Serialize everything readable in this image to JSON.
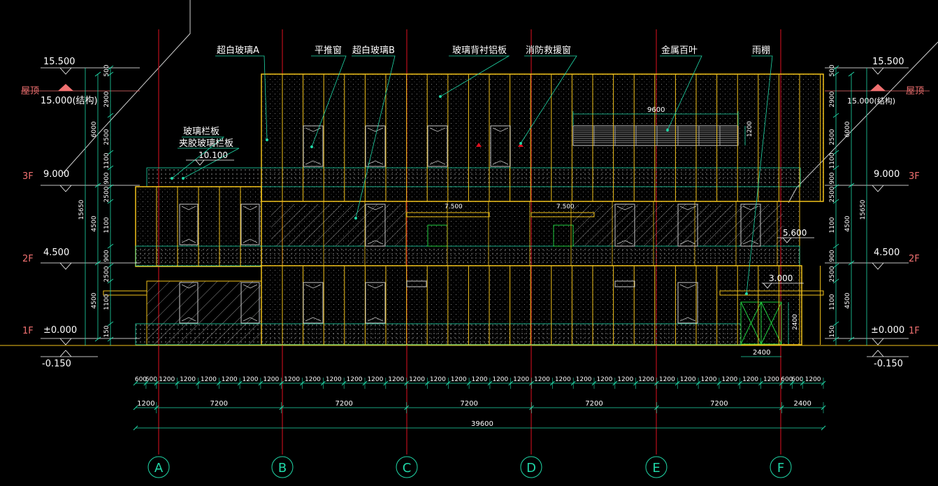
{
  "colors": {
    "background": "#000000",
    "facade": "#f2c21a",
    "dim": "#20d8a8",
    "text": "#ffffff",
    "axis": "#e01020",
    "level_label": "#f07070",
    "hatch": "#bbbbbb",
    "door": "#20d040"
  },
  "callouts": {
    "glass_a": "超白玻璃A",
    "window_push": "平推窗",
    "glass_b": "超白玻璃B",
    "glass_panel": "玻璃背衬铝板",
    "rescue_window": "消防救援窗",
    "louver": "金属百叶",
    "canopy": "雨棚",
    "glass_rail": "玻璃栏板",
    "laminated_rail": "夹胶玻璃栏板"
  },
  "left_levels": {
    "roof_label": "屋顶",
    "roof_elev": "15.500",
    "roof_struct": "15.000(结构)",
    "f3_label": "3F",
    "f3_elev": "9.000",
    "f2_label": "2F",
    "f2_elev": "4.500",
    "f1_label": "1F",
    "f1_elev": "±0.000",
    "ground_elev": "-0.150"
  },
  "right_levels": {
    "roof_label": "屋顶",
    "roof_elev": "15.500",
    "roof_struct": "15.000(结构)",
    "f3_label": "3F",
    "f3_elev": "9.000",
    "f2_label": "2F",
    "f2_elev": "4.500",
    "f1_label": "1F",
    "f1_elev": "±0.000",
    "ground_elev": "-0.150"
  },
  "facade_elevs": {
    "rail_top": "10.100",
    "canopy2": "7.500",
    "canopy3": "7.500",
    "side_top": "5.600",
    "canopy_low": "3.000"
  },
  "vert_dims_left": [
    "500",
    "2900",
    "2500",
    "1100",
    "900",
    "2500",
    "1100",
    "900",
    "2500",
    "1100",
    "150"
  ],
  "vert_dims_left_group": [
    "6000",
    "4500",
    "4500"
  ],
  "vert_total_left": "15650",
  "vert_dims_right": [
    "500",
    "2900",
    "2500",
    "1100",
    "900",
    "2500",
    "1100",
    "900",
    "2500",
    "1100",
    "150"
  ],
  "vert_dims_right_group": [
    "6000",
    "4500",
    "4500"
  ],
  "vert_total_right": "15650",
  "louver_width": "9600",
  "louver_height": "1200",
  "door_height": "2400",
  "door_width": "2400",
  "module_dims": [
    "600",
    "600",
    "1200",
    "1200",
    "1200",
    "1200",
    "1200",
    "1200",
    "1200",
    "1200",
    "1200",
    "1200",
    "1200",
    "1200",
    "1200",
    "1200",
    "1200",
    "1200",
    "1200",
    "1200",
    "1200",
    "1200",
    "1200",
    "1200",
    "1200",
    "1200",
    "1200",
    "1200",
    "1200",
    "1200",
    "1200",
    "1200",
    "600",
    "600",
    "1200"
  ],
  "bay_dims": [
    "1200",
    "7200",
    "7200",
    "7200",
    "7200",
    "7200",
    "2400"
  ],
  "total_width": "39600",
  "axes": [
    "A",
    "B",
    "C",
    "D",
    "E",
    "F"
  ]
}
